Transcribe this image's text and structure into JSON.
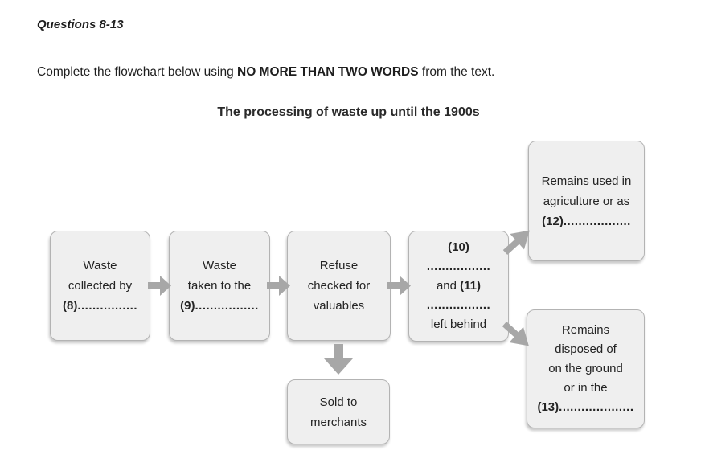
{
  "page": {
    "heading": "Questions 8-13",
    "instruction_prefix": "Complete the flowchart below using ",
    "instruction_bold": "NO MORE THAN TWO WORDS",
    "instruction_suffix": " from the text.",
    "chart_title": "The processing of waste up until the 1900s"
  },
  "colors": {
    "box_fill": "#efefef",
    "box_border": "#b3b3b3",
    "arrow": "#a7a7a7",
    "text": "#242424"
  },
  "flowchart": {
    "box8": {
      "line1": "Waste",
      "line2": "collected by",
      "num": "(8)",
      "dots": "................"
    },
    "box9": {
      "line1": "Waste",
      "line2": "taken to the",
      "num": "(9)",
      "dots": "................."
    },
    "box_refuse": {
      "line1": "Refuse",
      "line2": "checked for",
      "line3": "valuables"
    },
    "box_10_11": {
      "num10": "(10)",
      "dots1": ".................",
      "and_text": "and ",
      "num11": "(11)",
      "dots2": ".................",
      "tail": "left behind"
    },
    "box12": {
      "line1": "Remains used in",
      "line2": "agriculture or as",
      "num": "(12)",
      "dots": ".................."
    },
    "box13": {
      "line1": "Remains",
      "line2": "disposed of",
      "line3": "on the ground",
      "line4": "or in the",
      "num": "(13)",
      "dots": "...................."
    },
    "box_sold": {
      "line1": "Sold to",
      "line2": "merchants"
    }
  }
}
